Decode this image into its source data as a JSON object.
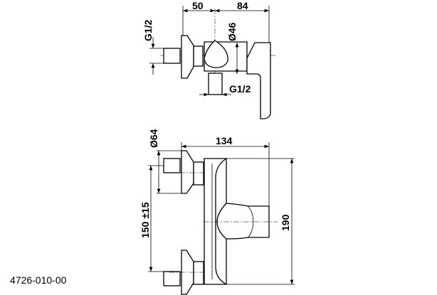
{
  "drawing": {
    "code": "4726-010-00",
    "top_view": {
      "dim_50": "50",
      "dim_84": "84",
      "dim_d46": "Ø46",
      "dim_g_left": "G1/2",
      "dim_g_bottom": "G1/2"
    },
    "front_view": {
      "dim_134": "134",
      "dim_d64": "Ø64",
      "dim_150": "150 ±15",
      "dim_190": "190"
    }
  }
}
